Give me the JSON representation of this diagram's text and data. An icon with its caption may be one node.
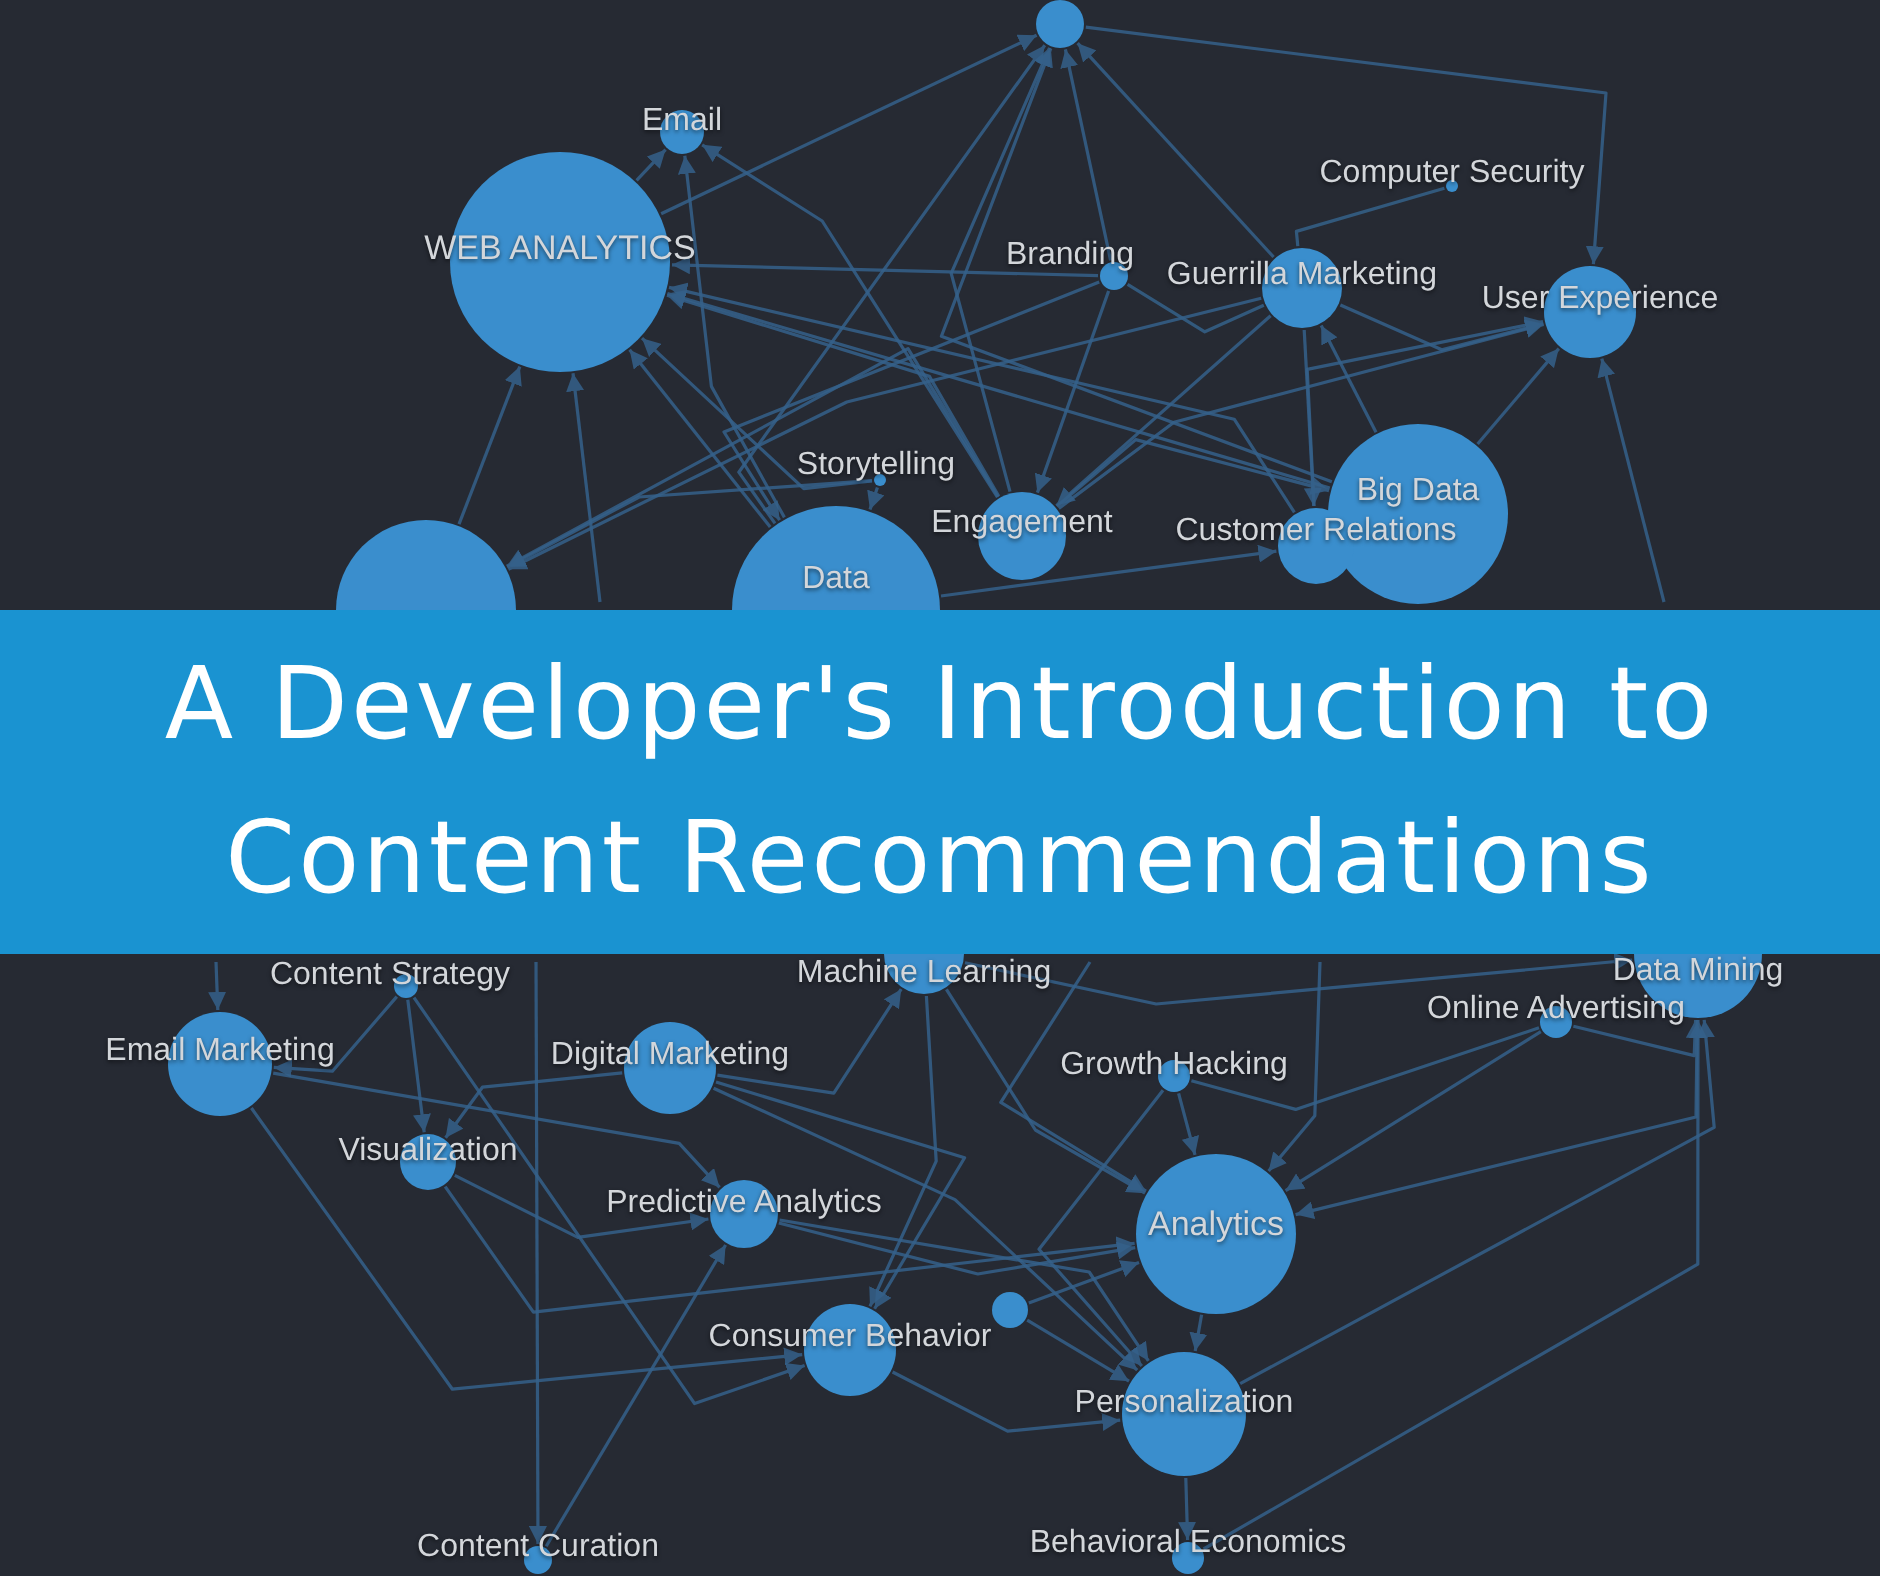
{
  "diagram": {
    "title": "A Developer's Introduction to Content Recommendations",
    "nodes": [
      {
        "text": [],
        "shape": "circle"
      },
      {
        "text": [
          "Email"
        ]
      },
      {
        "text": [
          "WEB ANALYTICS"
        ]
      },
      {
        "text": [
          "Computer Security"
        ]
      },
      {
        "text": [
          "Branding"
        ]
      },
      {
        "text": [
          "Guerrilla Marketing"
        ]
      },
      {
        "text": [
          "User Experience"
        ]
      },
      {
        "text": [
          "Storytelling"
        ]
      },
      {
        "text": [
          "Engagement"
        ]
      },
      {
        "text": [
          "Big Data"
        ]
      },
      {
        "text": [
          "Customer Relations"
        ]
      },
      {
        "text": [],
        "shape": "circle"
      },
      {
        "text": [
          "Data"
        ]
      },
      {
        "text": [
          "Machine Learning"
        ]
      },
      {
        "text": [
          "Data Mining"
        ]
      },
      {
        "text": [
          "Content Strategy"
        ]
      },
      {
        "text": [
          "Online Advertising"
        ]
      },
      {
        "text": [
          "Email Marketing"
        ]
      },
      {
        "text": [
          "Digital Marketing"
        ]
      },
      {
        "text": [
          "Growth Hacking"
        ]
      },
      {
        "text": [
          "Visualization"
        ]
      },
      {
        "text": [
          "Predictive Analytics"
        ]
      },
      {
        "text": [
          "Analytics"
        ]
      },
      {
        "text": [],
        "shape": "circle"
      },
      {
        "text": [
          "Consumer Behavior"
        ]
      },
      {
        "text": [
          "Personalization"
        ]
      },
      {
        "text": [
          "Content Curation"
        ]
      },
      {
        "text": [
          "Behavioral Economics"
        ]
      }
    ],
    "edges": [
      {
        "from": 11,
        "to": 2,
        "arrow": "to"
      },
      {
        "from": 12,
        "to": 2,
        "arrow": "to"
      },
      {
        "from": 7,
        "to": 2,
        "arrow": "to"
      },
      {
        "from": 8,
        "to": 2,
        "arrow": "to"
      },
      {
        "from": 10,
        "to": 2,
        "arrow": "to"
      },
      {
        "from": 9,
        "to": 2,
        "arrow": "to"
      },
      {
        "from": 4,
        "to": 2,
        "arrow": "to"
      },
      {
        "from": 2,
        "to": 1,
        "arrow": "to"
      },
      {
        "from": 2,
        "to": 0,
        "arrow": "to"
      },
      {
        "from": 12,
        "to": 0,
        "arrow": "to"
      },
      {
        "from": 8,
        "to": 0,
        "arrow": "to"
      },
      {
        "from": 5,
        "to": 0,
        "arrow": "to"
      },
      {
        "from": 4,
        "to": 0,
        "arrow": "to"
      },
      {
        "from": 9,
        "to": 0,
        "arrow": "to"
      },
      {
        "from": 0,
        "to": 6,
        "arrow": "to"
      },
      {
        "from": 12,
        "to": 1,
        "arrow": "to"
      },
      {
        "from": 8,
        "to": 1,
        "arrow": "to"
      },
      {
        "from": 5,
        "to": 3,
        "arrow": "none"
      },
      {
        "from": 4,
        "to": 5,
        "arrow": "none"
      },
      {
        "from": 4,
        "to": 8,
        "arrow": "to"
      },
      {
        "from": 4,
        "to": 12,
        "arrow": "to"
      },
      {
        "from": 5,
        "to": 6,
        "arrow": "to"
      },
      {
        "from": 5,
        "to": 10,
        "arrow": "to"
      },
      {
        "from": 9,
        "to": 5,
        "arrow": "to"
      },
      {
        "from": 5,
        "to": 8,
        "arrow": "to"
      },
      {
        "from": 5,
        "to": 11,
        "arrow": "to"
      },
      {
        "from": 9,
        "to": 6,
        "arrow": "to"
      },
      {
        "from": 10,
        "to": 6,
        "arrow": "to"
      },
      {
        "from": 8,
        "to": 6,
        "arrow": "to"
      },
      {
        "from": 7,
        "to": 12,
        "arrow": "to"
      },
      {
        "from": 7,
        "to": 11,
        "arrow": "to"
      },
      {
        "from": 8,
        "to": 9,
        "arrow": "to"
      },
      {
        "from": 8,
        "to": 11,
        "arrow": "to"
      },
      {
        "from": 12,
        "to": 10,
        "arrow": "to"
      },
      {
        "from": null,
        "to": 2,
        "arrow": "to"
      },
      {
        "from": null,
        "to": 6,
        "arrow": "to"
      },
      {
        "from": 18,
        "to": 13,
        "arrow": "to"
      },
      {
        "from": 13,
        "to": 14,
        "arrow": "to"
      },
      {
        "from": 13,
        "to": 22,
        "arrow": "to"
      },
      {
        "from": 13,
        "to": 24,
        "arrow": "to"
      },
      {
        "from": 16,
        "to": 14,
        "arrow": "to"
      },
      {
        "from": 27,
        "to": 14,
        "arrow": "to"
      },
      {
        "from": 14,
        "to": 22,
        "arrow": "to"
      },
      {
        "from": 25,
        "to": 14,
        "arrow": "to"
      },
      {
        "from": 15,
        "to": 17,
        "arrow": "to"
      },
      {
        "from": 15,
        "to": 20,
        "arrow": "to"
      },
      {
        "from": 15,
        "to": 24,
        "arrow": "to"
      },
      {
        "from": 19,
        "to": 16,
        "arrow": "none"
      },
      {
        "from": 16,
        "to": 22,
        "arrow": "to"
      },
      {
        "from": null,
        "to": 17,
        "arrow": "to"
      },
      {
        "from": 17,
        "to": 21,
        "arrow": "to"
      },
      {
        "from": 17,
        "to": 24,
        "arrow": "to"
      },
      {
        "from": 18,
        "to": 20,
        "arrow": "to"
      },
      {
        "from": 18,
        "to": 24,
        "arrow": "to"
      },
      {
        "from": 18,
        "to": 25,
        "arrow": "to"
      },
      {
        "from": 19,
        "to": 22,
        "arrow": "to"
      },
      {
        "from": 19,
        "to": 25,
        "arrow": "to"
      },
      {
        "from": 20,
        "to": 22,
        "arrow": "to"
      },
      {
        "from": 20,
        "to": 21,
        "arrow": "to"
      },
      {
        "from": 26,
        "to": 21,
        "arrow": "to"
      },
      {
        "from": 21,
        "to": 25,
        "arrow": "to"
      },
      {
        "from": 21,
        "to": 22,
        "arrow": "to"
      },
      {
        "from": null,
        "to": 22,
        "arrow": "to"
      },
      {
        "from": null,
        "to": 22,
        "arrow": "to"
      },
      {
        "from": 22,
        "to": 25,
        "arrow": "to"
      },
      {
        "from": 23,
        "to": 25,
        "arrow": "to"
      },
      {
        "from": 23,
        "to": 22,
        "arrow": "to"
      },
      {
        "from": 24,
        "to": 25,
        "arrow": "to"
      },
      {
        "from": 25,
        "to": 27,
        "arrow": "to"
      },
      {
        "from": null,
        "to": 26,
        "arrow": "to"
      }
    ]
  }
}
